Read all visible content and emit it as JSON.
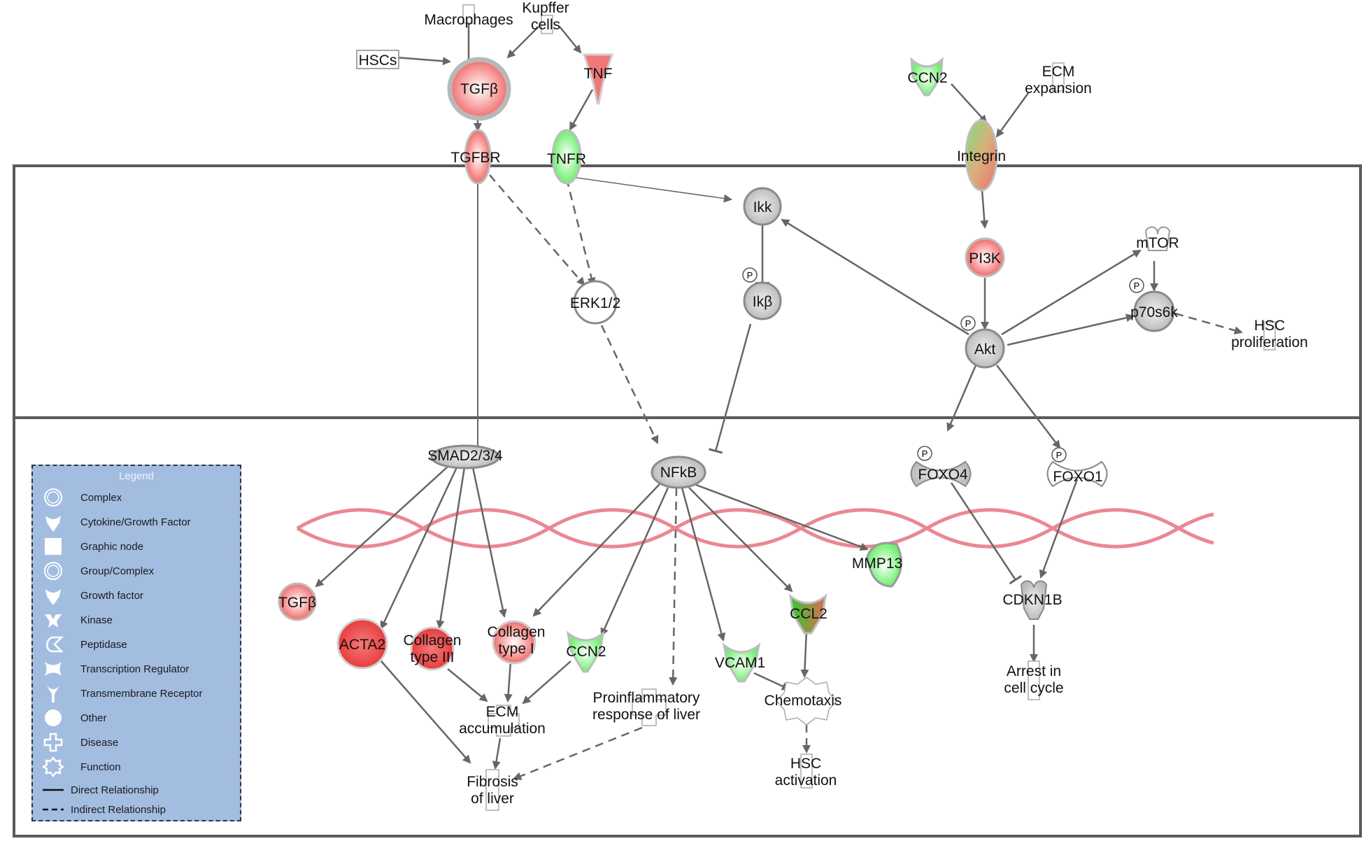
{
  "colors": {
    "up": "#f26b6b",
    "down": "#7cf07c",
    "neutral": "#cdcdcd",
    "edge": "#666666",
    "legend_bg": "#a3bde1",
    "dna": "#e8737f"
  },
  "nodes": [
    {
      "id": "macrophages",
      "label": "Macrophages"
    },
    {
      "id": "kupffer",
      "label": "Kupffer\ncells"
    },
    {
      "id": "hscs",
      "label": "HSCs"
    },
    {
      "id": "tgfb_top",
      "label": "TGFβ"
    },
    {
      "id": "tnf",
      "label": "TNF"
    },
    {
      "id": "tgfbr",
      "label": "TGFBR"
    },
    {
      "id": "tnfr",
      "label": "TNFR"
    },
    {
      "id": "ccn2_top",
      "label": "CCN2"
    },
    {
      "id": "ecm_exp",
      "label": "ECM\nexpansion"
    },
    {
      "id": "integrin",
      "label": "Integrin"
    },
    {
      "id": "ikk",
      "label": "Ikk"
    },
    {
      "id": "ikb",
      "label": "Ikβ"
    },
    {
      "id": "erk",
      "label": "ERK1/2"
    },
    {
      "id": "pi3k",
      "label": "PI3K"
    },
    {
      "id": "mtor",
      "label": "mTOR"
    },
    {
      "id": "p70",
      "label": "p70s6k"
    },
    {
      "id": "hscprol",
      "label": "HSC\nproliferation"
    },
    {
      "id": "akt",
      "label": "Akt"
    },
    {
      "id": "smad",
      "label": "SMAD2/3/4"
    },
    {
      "id": "nfkb",
      "label": "NFkB"
    },
    {
      "id": "foxo4",
      "label": "FOXO4"
    },
    {
      "id": "foxo1",
      "label": "FOXO1"
    },
    {
      "id": "mmp13",
      "label": "MMP13"
    },
    {
      "id": "tgfb_bot",
      "label": "TGFβ"
    },
    {
      "id": "acta2",
      "label": "ACTA2"
    },
    {
      "id": "col3",
      "label": "Collagen\ntype III"
    },
    {
      "id": "col1",
      "label": "Collagen\ntype I"
    },
    {
      "id": "ccn2_bot",
      "label": "CCN2"
    },
    {
      "id": "vcam1",
      "label": "VCAM1"
    },
    {
      "id": "ccl2",
      "label": "CCL2"
    },
    {
      "id": "cdkn1b",
      "label": "CDKN1B"
    },
    {
      "id": "arrest",
      "label": "Arrest in\ncell cycle"
    },
    {
      "id": "ecm_acc",
      "label": "ECM\naccumulation"
    },
    {
      "id": "proinfl",
      "label": "Proinflammatory\nresponse of liver"
    },
    {
      "id": "chemo",
      "label": "Chemotaxis"
    },
    {
      "id": "hscact",
      "label": "HSC\nactivation"
    },
    {
      "id": "fibrosis",
      "label": "Fibrosis\nof liver"
    }
  ],
  "phospho_label": "P",
  "legend": {
    "title": "Legend",
    "items": [
      {
        "label": "Complex",
        "icon": "complex-icon"
      },
      {
        "label": "Cytokine/Growth Factor",
        "icon": "cytokine-icon"
      },
      {
        "label": "Graphic node",
        "icon": "graphic-node-icon"
      },
      {
        "label": "Group/Complex",
        "icon": "group-complex-icon"
      },
      {
        "label": "Growth factor",
        "icon": "growth-factor-icon"
      },
      {
        "label": "Kinase",
        "icon": "kinase-icon"
      },
      {
        "label": "Peptidase",
        "icon": "peptidase-icon"
      },
      {
        "label": "Transcription Regulator",
        "icon": "transcription-regulator-icon"
      },
      {
        "label": "Transmembrane Receptor",
        "icon": "transmembrane-receptor-icon"
      },
      {
        "label": "Other",
        "icon": "other-icon"
      },
      {
        "label": "Disease",
        "icon": "disease-icon"
      },
      {
        "label": "Function",
        "icon": "function-icon"
      }
    ],
    "relationships": [
      {
        "label": "Direct Relationship",
        "icon": "solid-line-icon"
      },
      {
        "label": "Indirect Relationship",
        "icon": "dashed-line-icon"
      }
    ]
  }
}
